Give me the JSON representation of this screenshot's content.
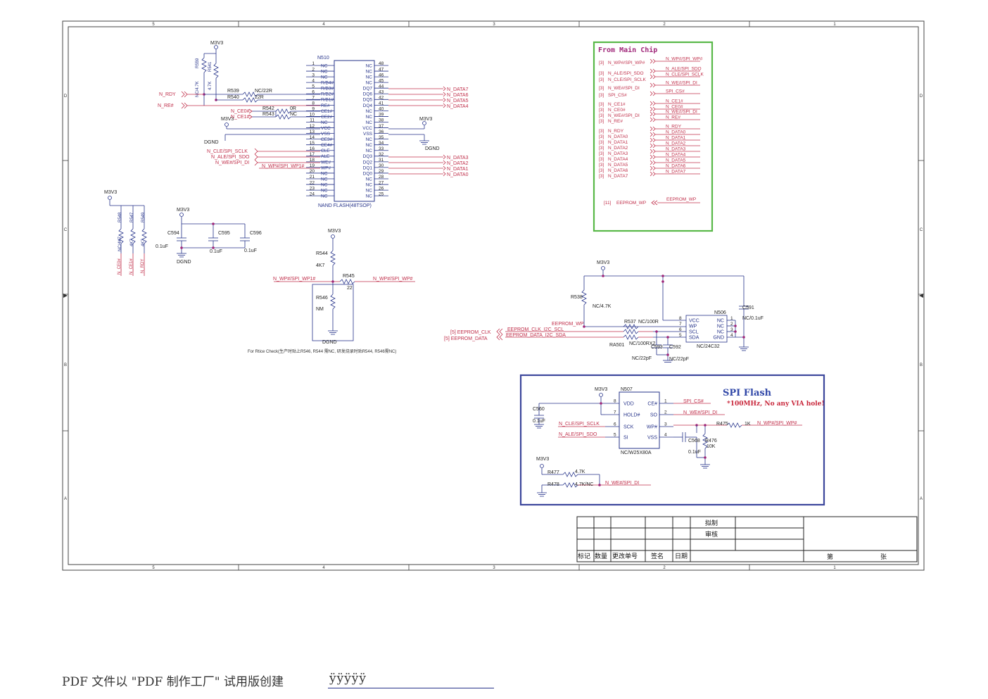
{
  "frame": {
    "zones_top": [
      "5",
      "4",
      "3",
      "2",
      "1"
    ],
    "zones_side": [
      "D",
      "C",
      "B",
      "A"
    ]
  },
  "power": {
    "m3v3": "M3V3",
    "dgnd": "DGND"
  },
  "nand": {
    "ref": "N510",
    "name": "NAND FLASH(48TSOP)",
    "left_pins": [
      {
        "num": "1",
        "name": "NC"
      },
      {
        "num": "2",
        "name": "NC"
      },
      {
        "num": "3",
        "name": "NC"
      },
      {
        "num": "4",
        "name": "R/B4#"
      },
      {
        "num": "5",
        "name": "R/B3#"
      },
      {
        "num": "6",
        "name": "R/B2#"
      },
      {
        "num": "7",
        "name": "R/B1#"
      },
      {
        "num": "8",
        "name": "RE#"
      },
      {
        "num": "9",
        "name": "CE1#"
      },
      {
        "num": "10",
        "name": "CE2#"
      },
      {
        "num": "11",
        "name": "NC"
      },
      {
        "num": "12",
        "name": "VCC"
      },
      {
        "num": "13",
        "name": "VSS"
      },
      {
        "num": "14",
        "name": "CE3#"
      },
      {
        "num": "15",
        "name": "CE4#"
      },
      {
        "num": "16",
        "name": "CLE"
      },
      {
        "num": "17",
        "name": "ALE"
      },
      {
        "num": "18",
        "name": "WE#"
      },
      {
        "num": "19",
        "name": "WP#"
      },
      {
        "num": "20",
        "name": "NC"
      },
      {
        "num": "21",
        "name": "NC"
      },
      {
        "num": "22",
        "name": "NC"
      },
      {
        "num": "23",
        "name": "NC"
      },
      {
        "num": "24",
        "name": "NC"
      }
    ],
    "right_pins": [
      {
        "num": "48",
        "name": "NC"
      },
      {
        "num": "47",
        "name": "NC"
      },
      {
        "num": "46",
        "name": "NC"
      },
      {
        "num": "45",
        "name": "NC"
      },
      {
        "num": "44",
        "name": "DQ7"
      },
      {
        "num": "43",
        "name": "DQ6"
      },
      {
        "num": "42",
        "name": "DQ5"
      },
      {
        "num": "41",
        "name": "DQ4"
      },
      {
        "num": "40",
        "name": "NC"
      },
      {
        "num": "39",
        "name": "NC"
      },
      {
        "num": "38",
        "name": "NC"
      },
      {
        "num": "37",
        "name": "VCC"
      },
      {
        "num": "36",
        "name": "VSS"
      },
      {
        "num": "35",
        "name": "NC"
      },
      {
        "num": "34",
        "name": "NC"
      },
      {
        "num": "33",
        "name": "NC"
      },
      {
        "num": "32",
        "name": "DQ3"
      },
      {
        "num": "31",
        "name": "DQ2"
      },
      {
        "num": "30",
        "name": "DQ1"
      },
      {
        "num": "29",
        "name": "DQ0"
      },
      {
        "num": "28",
        "name": "NC"
      },
      {
        "num": "27",
        "name": "NC"
      },
      {
        "num": "26",
        "name": "NC"
      },
      {
        "num": "25",
        "name": "NC"
      }
    ],
    "dq_nets_top": [
      "N_DATA7",
      "N_DATA6",
      "N_DATA5",
      "N_DATA4"
    ],
    "dq_nets_bottom": [
      "N_DATA3",
      "N_DATA2",
      "N_DATA1",
      "N_DATA0"
    ],
    "nets_left": {
      "rdy": "N_RDY",
      "re": "N_RE#",
      "ce0": "N_CE0#",
      "ce1": "N_CE1#",
      "cle": "N_CLE/SPI_SCLK",
      "ale": "N_ALE/SPI_SDO",
      "we": "N_WE#/SPI_DI",
      "wp1": "N_WP#/SPI_WP1#"
    },
    "parts": {
      "r559": "R559",
      "r559v": "NC/4.7K",
      "r541": "R541",
      "r541v": "4.7K",
      "r539": "R539",
      "r539v": "NC/22R",
      "r540": "R540",
      "r540v": "22R",
      "r542": "R542",
      "r542v": "0R",
      "r543": "R543",
      "r543v": "NC"
    }
  },
  "pullups": {
    "r548": "R548",
    "r548v": "NC/4K7",
    "r547": "R547",
    "r547v": "4K7",
    "r549": "R549",
    "r549v": "4K7",
    "nets": [
      "N_CE0#",
      "N_CE1#",
      "N_RDY"
    ]
  },
  "decoupling": {
    "c594": "C594",
    "c595": "C595",
    "c596": "C596",
    "v594": "0.1uF",
    "v595": "0.1uF",
    "v596": "0.1uF"
  },
  "wp_block": {
    "r544": "R544",
    "r544v": "4K7",
    "r545": "R545",
    "r545v": "22",
    "r546": "R546",
    "r546v": "NM",
    "net_left": "N_WP#/SPI_WP1#",
    "net_right": "N_WP#/SPI_WP#",
    "note": "For Rtice Check(生产时贴上R546, R544 需NC, 研发烧录时贴R544, R546需NC)"
  },
  "main_chip": {
    "title": "From Main Chip",
    "groups": [
      {
        "tag": "[3]",
        "net": "N_WP#/SPI_WP#",
        "out": "N_WP#/SPI_WP#"
      },
      {
        "tag": "[3]",
        "net": "N_ALE/SPI_SDO",
        "out": "N_ALE/SPI_SDO"
      },
      {
        "tag": "[3]",
        "net": "N_CLE/SPI_SCLK",
        "out": "N_CLE/SPI_SCLK"
      },
      {
        "tag": "[3]",
        "net": "N_WE#/SPI_DI",
        "out": "N_WE#/SPI_DI"
      },
      {
        "tag": "[3]",
        "net": "SPI_CS#",
        "out": "SPI_CS#"
      },
      {
        "tag": "[3]",
        "net": "N_CE1#",
        "out": "N_CE1#"
      },
      {
        "tag": "[3]",
        "net": "N_CE0#",
        "out": "N_CE0#"
      },
      {
        "tag": "[3]",
        "net": "N_WE#/SPI_DI",
        "out": "N_WE#/SPI_DI"
      },
      {
        "tag": "[3]",
        "net": "N_RE#",
        "out": "N_RE#"
      },
      {
        "tag": "[3]",
        "net": "N_RDY",
        "out": "N_RDY"
      },
      {
        "tag": "[3]",
        "net": "N_DATA0",
        "out": "N_DATA0"
      },
      {
        "tag": "[3]",
        "net": "N_DATA1",
        "out": "N_DATA1"
      },
      {
        "tag": "[3]",
        "net": "N_DATA2",
        "out": "N_DATA2"
      },
      {
        "tag": "[3]",
        "net": "N_DATA3",
        "out": "N_DATA3"
      },
      {
        "tag": "[3]",
        "net": "N_DATA4",
        "out": "N_DATA4"
      },
      {
        "tag": "[3]",
        "net": "N_DATA5",
        "out": "N_DATA5"
      },
      {
        "tag": "[3]",
        "net": "N_DATA6",
        "out": "N_DATA6"
      },
      {
        "tag": "[3]",
        "net": "N_DATA7",
        "out": "N_DATA7"
      }
    ],
    "eeprom_tag": "[11]",
    "eeprom_net": "EEPROM_WP",
    "eeprom_out": "EEPROM_WP"
  },
  "eeprom": {
    "ref": "N506",
    "name": "NC/24C32",
    "r538": "R538",
    "r538v": "NC/4.7K",
    "r537": "R537",
    "r537v": "NC/100R",
    "ra501": "RA501",
    "ra501v": "NC/100RX2",
    "c591": "C591",
    "c591v": "NC/0.1uF",
    "c593": "C593",
    "c593v": "NC/22pF",
    "c592": "C592",
    "c592v": "NC/22pF",
    "left_pins": [
      {
        "num": "8",
        "name": "VCC"
      },
      {
        "num": "7",
        "name": "WP"
      },
      {
        "num": "6",
        "name": "SCL"
      },
      {
        "num": "5",
        "name": "SDA"
      }
    ],
    "right_pins": [
      {
        "num": "1",
        "name": "NC"
      },
      {
        "num": "2",
        "name": "NC"
      },
      {
        "num": "3",
        "name": "NC"
      },
      {
        "num": "4",
        "name": "GND"
      }
    ],
    "net_wp": "EEPROM_WP",
    "net_clk": "EEPROM_CLK_I2C_SCL",
    "net_data": "EEPROM_DATA_I2C_SDA",
    "port_clk": "[5] EEPROM_CLK",
    "port_data": "[5] EEPROM_DATA"
  },
  "spi_flash": {
    "title": "SPI Flash",
    "subtitle": "*100MHz, No any VIA hole!",
    "ref": "N507",
    "name": "NC/W25X80A",
    "left_pins": [
      {
        "num": "8",
        "name": "VDD"
      },
      {
        "num": "7",
        "name": "HOLD#"
      },
      {
        "num": "6",
        "name": "SCK"
      },
      {
        "num": "5",
        "name": "SI"
      }
    ],
    "right_pins": [
      {
        "num": "1",
        "name": "CE#"
      },
      {
        "num": "2",
        "name": "SO"
      },
      {
        "num": "3",
        "name": "WP#"
      },
      {
        "num": "4",
        "name": "VSS"
      }
    ],
    "c560": "C560",
    "c560v": "0.1uF",
    "c568": "C568",
    "c568v": "0.1uF",
    "r476": "R476",
    "r476v": "10K",
    "r475": "R475",
    "r475v": "1K",
    "r477": "R477",
    "r477v": "4.7K",
    "r478": "R478",
    "r478v": "4.7K/NC",
    "net_cs": "SPI_CS#",
    "net_so": "N_WE#/SPI_DI",
    "net_wp": "N_WP#/SPI_WP#",
    "net_sck": "N_CLE/SPI_SCLK",
    "net_si": "N_ALE/SPI_SDO",
    "net_hold": "N_WE#/SPI_DI"
  },
  "title_block": {
    "drawn": "拟制",
    "review": "审核",
    "cols": [
      "标记",
      "数量",
      "更改单号",
      "签名",
      "日期"
    ],
    "sheet": "第",
    "sheets": "张"
  },
  "footer": {
    "text": "PDF 文件以 \"PDF 制作工厂\" 试用版创建",
    "link": "ÿÿÿÿÿ"
  }
}
